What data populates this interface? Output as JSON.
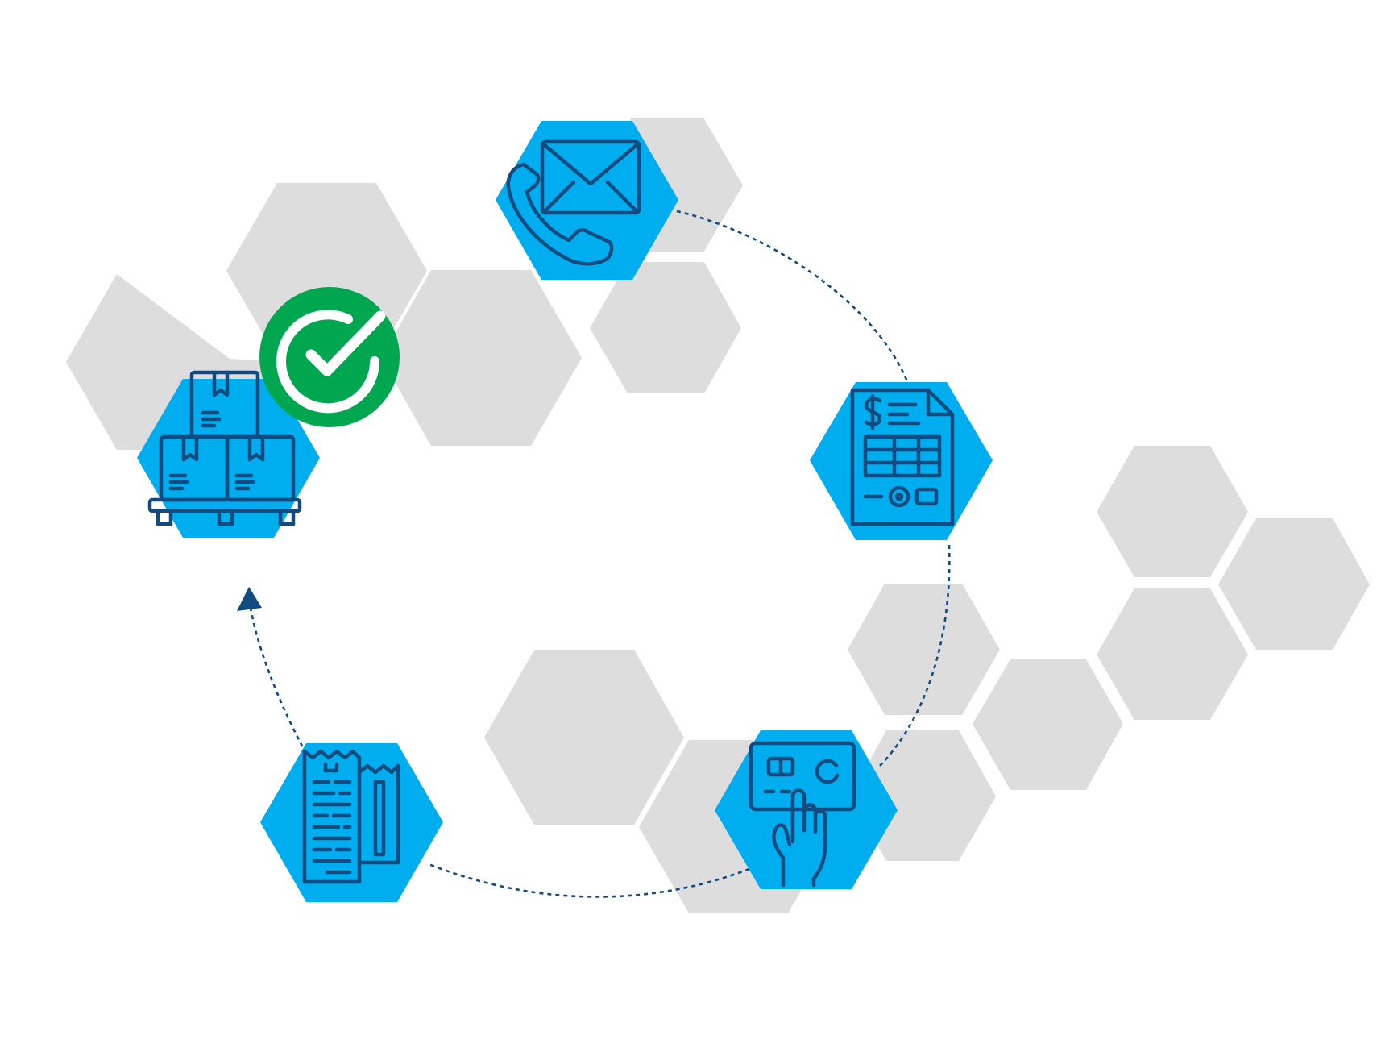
{
  "colors": {
    "background": "#ffffff",
    "hex_gray": "#dddddd",
    "hex_blue": "#00aeef",
    "icon_navy": "#114b7f",
    "check_green": "#00a650",
    "check_white": "#ffffff"
  },
  "process_steps": [
    {
      "id": "contact",
      "icon": "phone-envelope-icon"
    },
    {
      "id": "invoice",
      "icon": "invoice-document-icon"
    },
    {
      "id": "payment",
      "icon": "credit-card-hand-icon"
    },
    {
      "id": "receipt",
      "icon": "receipt-icon"
    },
    {
      "id": "delivery",
      "icon": "pallet-boxes-icon",
      "status": "complete",
      "status_icon": "checkmark-circle-icon"
    }
  ],
  "connector": {
    "style": "dashed",
    "direction": "clockwise",
    "end_marker": "arrow-head"
  }
}
